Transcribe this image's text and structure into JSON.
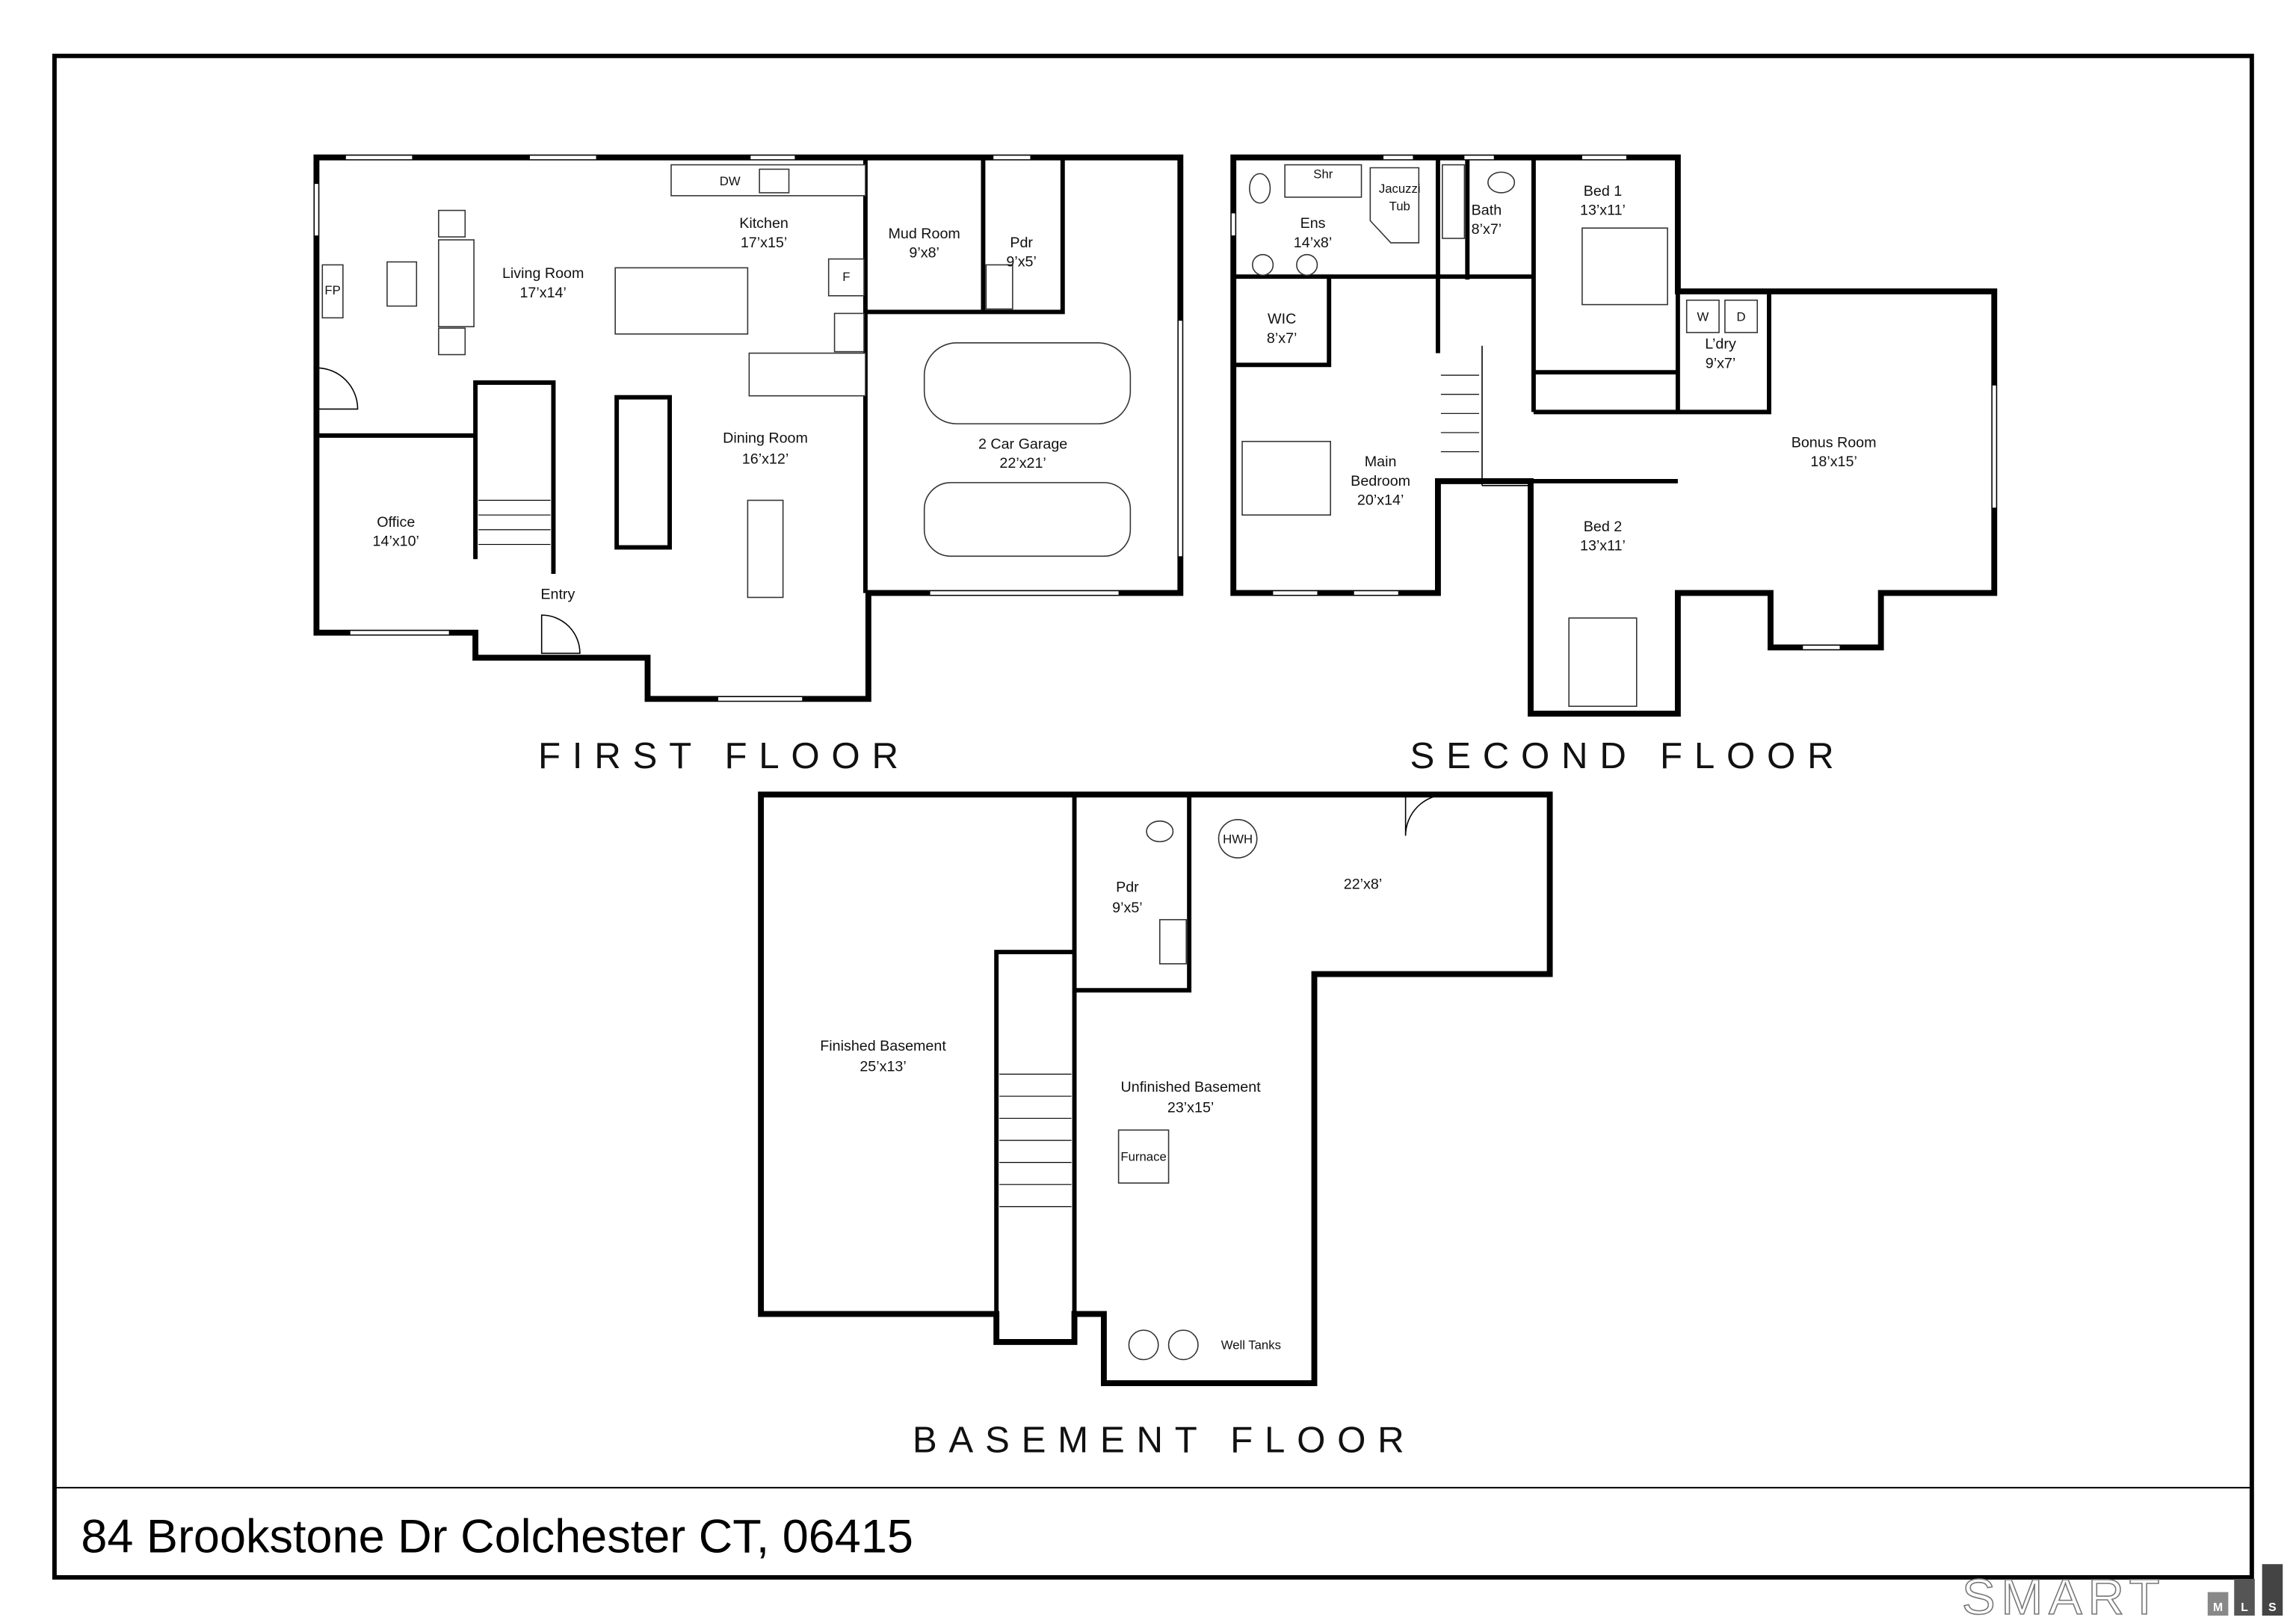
{
  "address": "84 Brookstone Dr Colchester CT, 06415",
  "logo": {
    "text": "SMART",
    "sub": [
      "M",
      "L",
      "S"
    ]
  },
  "first_floor": {
    "title": "FIRST FLOOR",
    "rooms": [
      {
        "name": "Living Room",
        "dims": "17’x14’"
      },
      {
        "name": "Kitchen",
        "dims": "17’x15’"
      },
      {
        "name": "Mud Room",
        "dims": "9’x8’"
      },
      {
        "name": "Pdr",
        "dims": "9’x5’"
      },
      {
        "name": "Dining Room",
        "dims": "16’x12’"
      },
      {
        "name": "2 Car Garage",
        "dims": "22’x21’"
      },
      {
        "name": "Office",
        "dims": "14’x10’"
      },
      {
        "name": "Entry"
      }
    ],
    "fixtures": {
      "fireplace": "FP",
      "dishwasher": "DW",
      "fridge": "F"
    }
  },
  "second_floor": {
    "title": "SECOND FLOOR",
    "rooms": [
      {
        "name": "Ens",
        "dims": "14’x8’"
      },
      {
        "name": "Bath",
        "dims": "8’x7’"
      },
      {
        "name": "Bed 1",
        "dims": "13’x11’"
      },
      {
        "name": "WIC",
        "dims": "8’x7’"
      },
      {
        "name": "L’dry",
        "dims": "9’x7’"
      },
      {
        "name": "Main",
        "name2": "Bedroom",
        "dims": "20’x14’"
      },
      {
        "name": "Bonus Room",
        "dims": "18’x15’"
      },
      {
        "name": "Bed 2",
        "dims": "13’x11’"
      }
    ],
    "fixtures": {
      "shower": "Shr",
      "tub1": "Jacuzzi",
      "tub2": "Tub",
      "washer": "W",
      "dryer": "D"
    }
  },
  "basement": {
    "title": "BASEMENT FLOOR",
    "rooms": [
      {
        "name": "Pdr",
        "dims": "9’x5’"
      },
      {
        "dims": "22’x8’"
      },
      {
        "name": "Finished Basement",
        "dims": "25’x13’"
      },
      {
        "name": "Unfinished Basement",
        "dims": "23’x15’"
      }
    ],
    "fixtures": {
      "water_heater": "HWH",
      "furnace": "Furnace",
      "well_tanks": "Well Tanks"
    }
  }
}
